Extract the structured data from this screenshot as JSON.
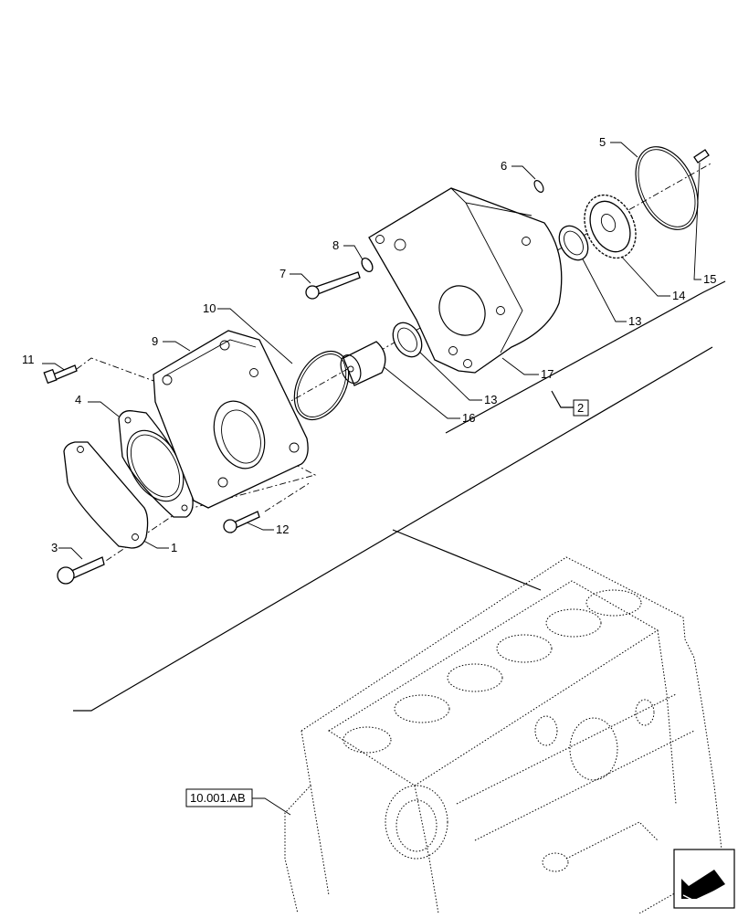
{
  "callouts": {
    "c1": "1",
    "c2": "2",
    "c3": "3",
    "c4": "4",
    "c5": "5",
    "c6": "6",
    "c7": "7",
    "c8": "8",
    "c9": "9",
    "c10": "10",
    "c11": "11",
    "c12": "12",
    "c13a": "13",
    "c13b": "13",
    "c14": "14",
    "c15": "15",
    "c16": "16",
    "c17": "17"
  },
  "reference": {
    "section_ref": "10.001.AB"
  },
  "icons": {
    "nav": "arrow-nav-icon"
  }
}
